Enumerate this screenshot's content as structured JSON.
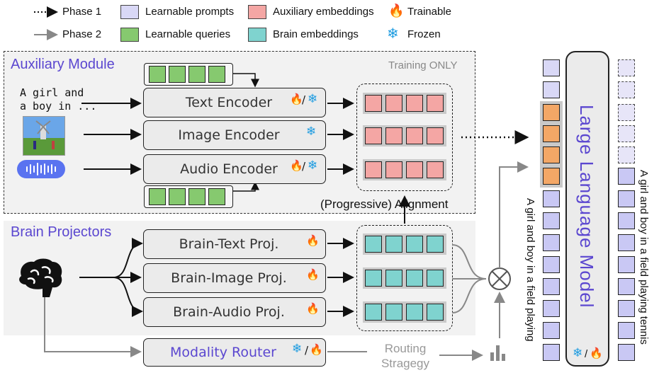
{
  "legend": {
    "phase1": "Phase 1",
    "phase2": "Phase 2",
    "learnable_prompts": "Learnable prompts",
    "learnable_queries": "Learnable queries",
    "auxiliary_embeddings": "Auxiliary embeddings",
    "brain_embeddings": "Brain embeddings",
    "trainable": "Trainable",
    "frozen": "Frozen"
  },
  "auxiliary_module": {
    "title": "Auxiliary Module",
    "training_only": "Training ONLY",
    "caption_text": "A girl and\na boy in ...",
    "text_encoder": "Text Encoder",
    "image_encoder": "Image Encoder",
    "audio_encoder": "Audio Encoder",
    "slash": "/"
  },
  "alignment_label": "(Progressive) Alignment",
  "brain_projectors": {
    "title": "Brain Projectors",
    "brain_text": "Brain-Text Proj.",
    "brain_image": "Brain-Image Proj.",
    "brain_audio": "Brain-Audio Proj."
  },
  "router": {
    "label": "Modality Router",
    "slash": "/",
    "strategy": "Routing\nStragegy"
  },
  "llm": {
    "title": "Large Language Model",
    "slash": "/",
    "input_text": "A girl and boy in a field playing",
    "output_text": "A girl and boy in a field playing tennis"
  },
  "colors": {
    "accent": "#5B47D0",
    "learnable_prompts": "#d9d8f6",
    "learnable_queries": "#86c96f",
    "auxiliary_embeddings": "#f4a6a4",
    "brain_embeddings": "#7fd3cf",
    "trainable": "#e8461e",
    "frozen": "#1c9be0"
  }
}
